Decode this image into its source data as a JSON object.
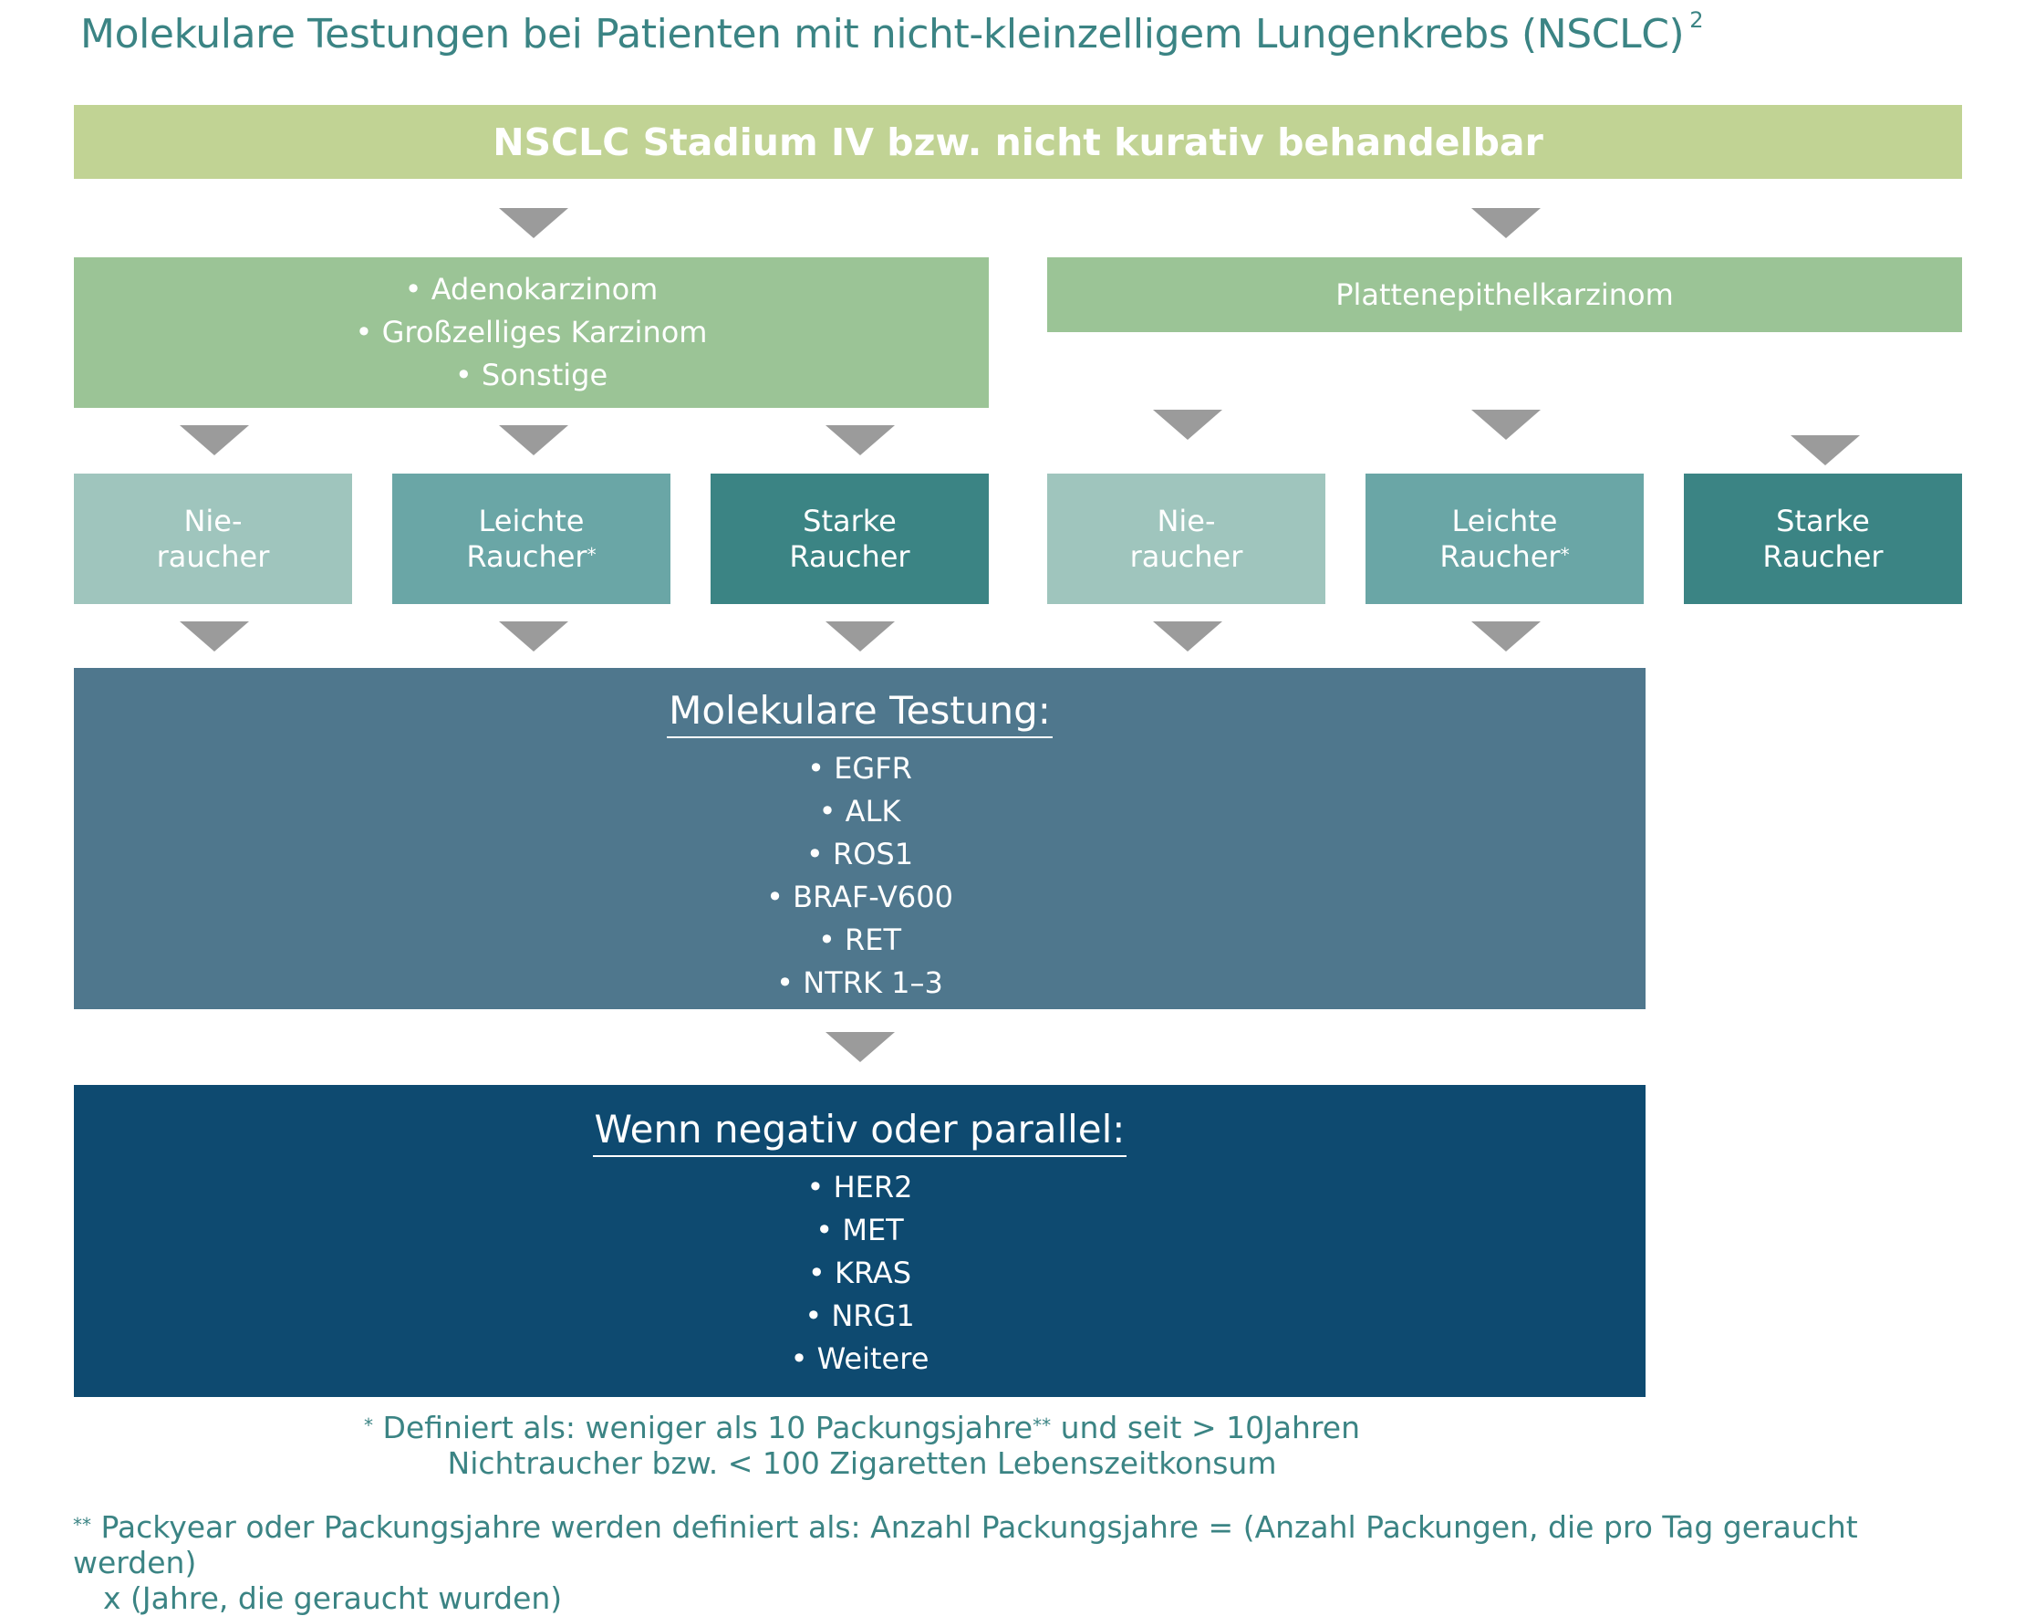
{
  "title": "Molekulare Testungen bei Patienten mit nicht-kleinzelligem Lungenkrebs (NSCLC)",
  "title_ref": "2",
  "banner": "NSCLC Stadium IV bzw. nicht kurativ behandelbar",
  "adeno": {
    "items": [
      "• Adenokarzinom",
      "• Großzelliges Karzinom",
      "• Sonstige"
    ]
  },
  "platte": {
    "label": "Plattenepithelkarzinom"
  },
  "smokers": {
    "nie": {
      "line1": "Nie-",
      "line2": "raucher"
    },
    "leicht": {
      "line1": "Leichte",
      "line2": "Raucher",
      "mark": "*"
    },
    "stark": {
      "line1": "Starke",
      "line2": "Raucher"
    }
  },
  "molecular": {
    "heading": "Molekulare Testung:",
    "items": [
      "• EGFR",
      "• ALK",
      "• ROS1",
      "• BRAF-V600",
      "• RET",
      "• NTRK 1–3"
    ]
  },
  "negative": {
    "heading": "Wenn negativ oder parallel:",
    "items": [
      "• HER2",
      "• MET",
      "• KRAS",
      "• NRG1",
      "• Weitere"
    ]
  },
  "footnotes": {
    "f1_mark": "*",
    "f1_a": "Definiert als: weniger als 10 Packungsjahre",
    "f1_mark2": "**",
    "f1_b": "und seit > 10Jahren",
    "f1_line2": "Nichtraucher bzw. < 100 Zigaretten Lebenszeitkonsum",
    "f2_mark": "**",
    "f2_line1": "Packyear oder Packungsjahre werden definiert als: Anzahl Packungsjahre = (Anzahl Packungen, die pro Tag geraucht werden)",
    "f2_line2": "x (Jahre, die geraucht wurden)"
  },
  "colors": {
    "title": "#3b8484",
    "banner": "#c1d394",
    "histology": "#9bc496",
    "never_smoker": "#9fc5bd",
    "light_smoker": "#6aa6a6",
    "heavy_smoker": "#3b8484",
    "molecular": "#4f778d",
    "negative": "#0e4a70",
    "arrow": "#9b9b9b"
  }
}
